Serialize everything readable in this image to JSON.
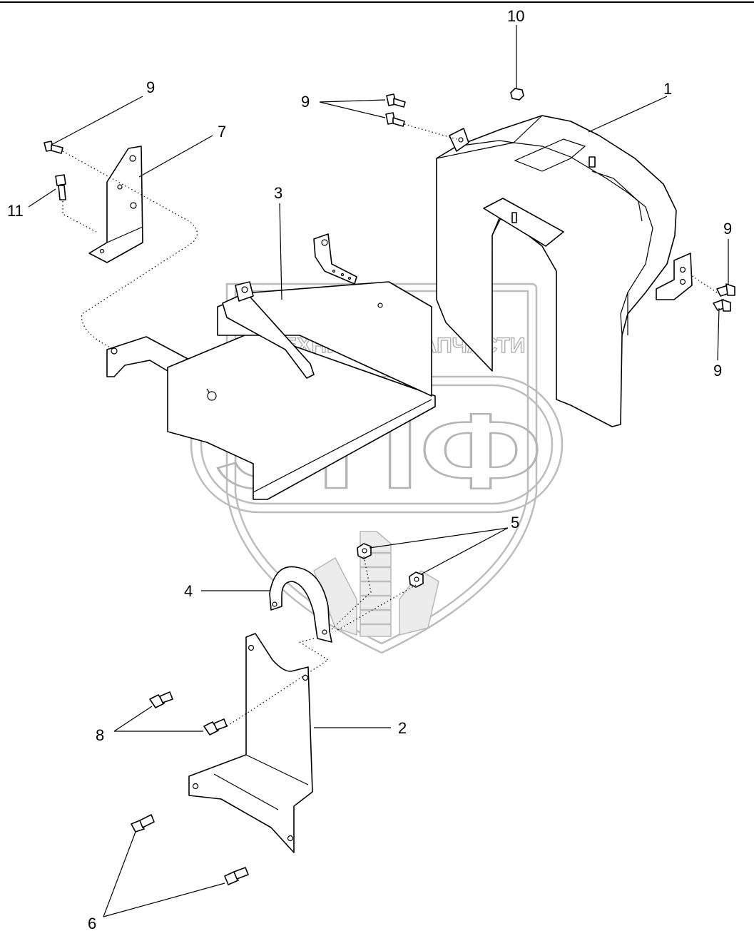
{
  "watermark": {
    "top_text_left": "ТЕХНИКА",
    "top_text_right": "ЗАПЧАСТИ",
    "logo_text": "ЭПФ"
  },
  "callouts": {
    "c1": "1",
    "c2": "2",
    "c3": "3",
    "c4": "4",
    "c5": "5",
    "c6": "6",
    "c7": "7",
    "c8": "8",
    "c9a": "9",
    "c9b": "9",
    "c9c": "9",
    "c9d": "9",
    "c10": "10",
    "c11": "11"
  }
}
